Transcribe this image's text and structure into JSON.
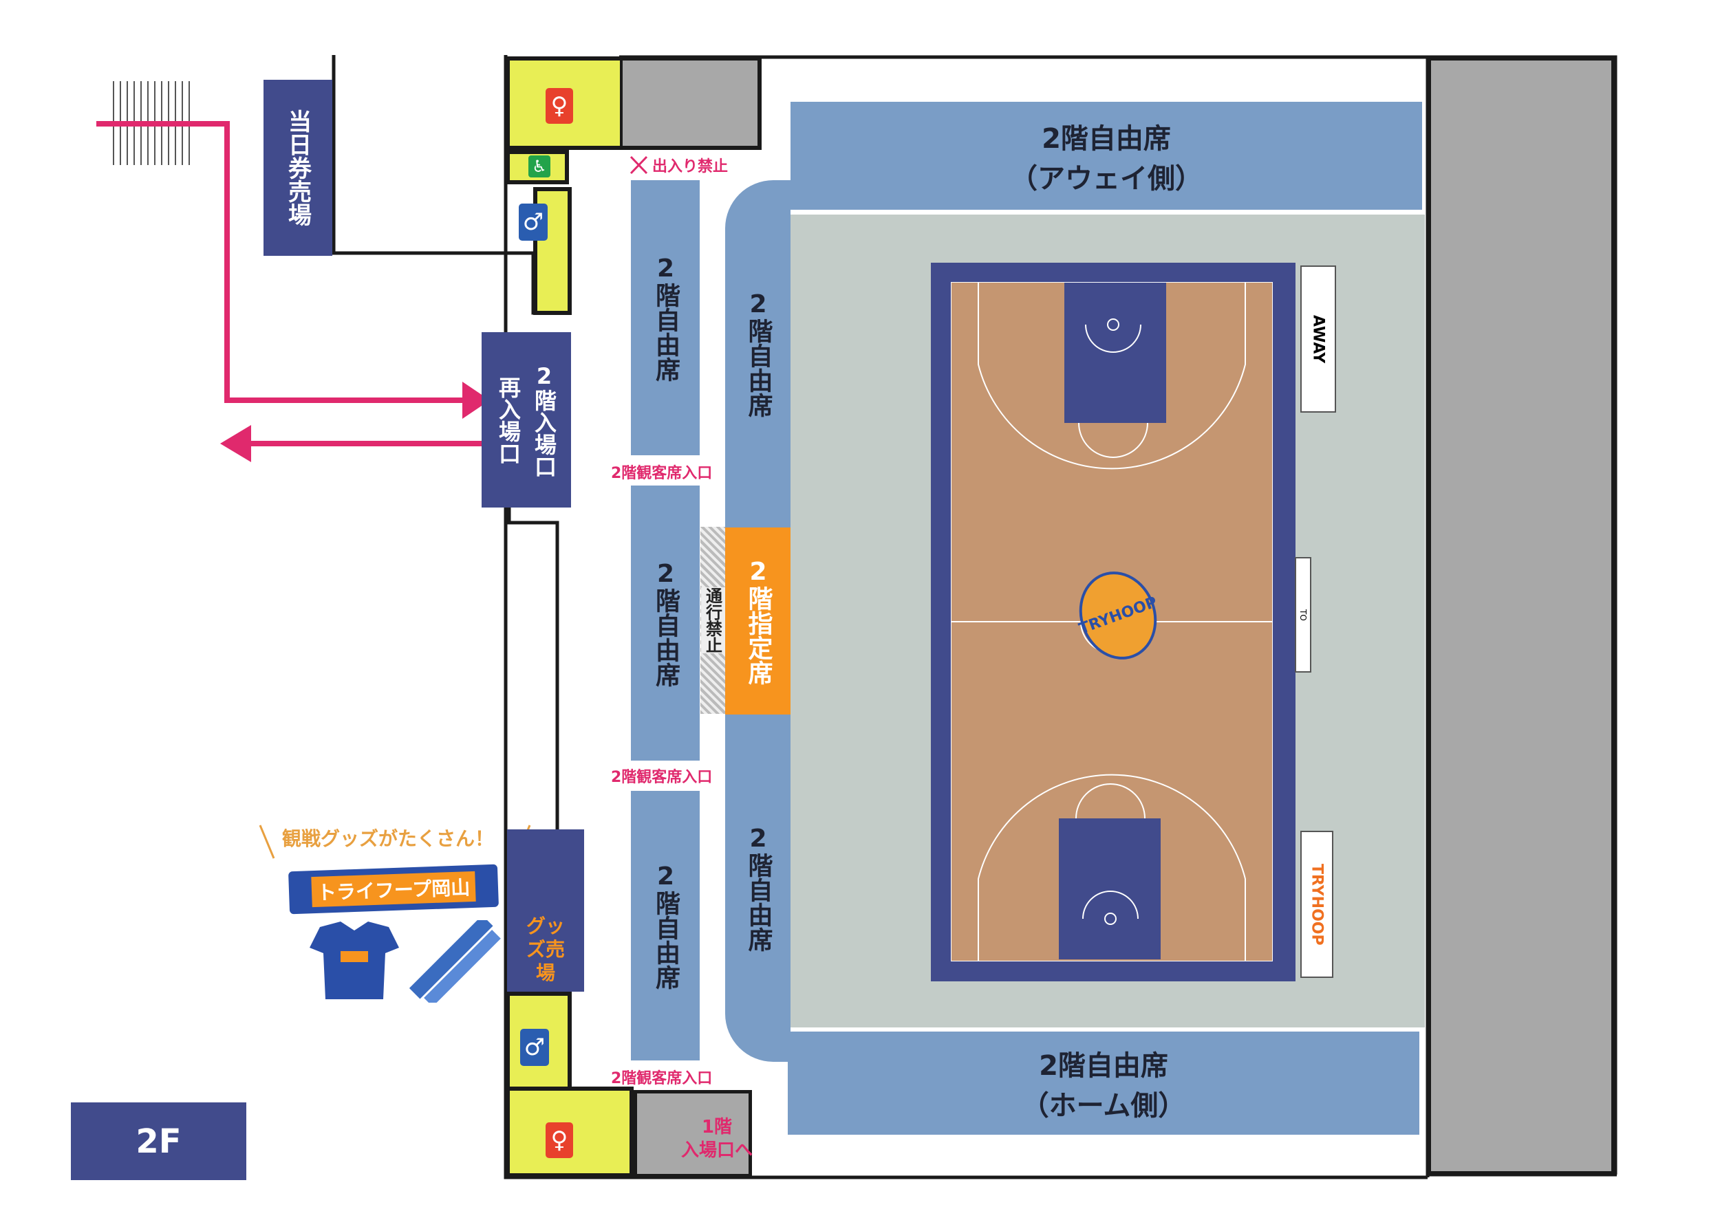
{
  "floor_badge": "2F",
  "labels": {
    "day_ticket": "当日券売場",
    "entrance_2f": "2階入場口",
    "reentry": "再入場口",
    "no_entry": "出入り禁止",
    "no_passage": "通行禁止",
    "goods_shop": "グッズ売場",
    "first_floor_entrance_line1": "1階",
    "first_floor_entrance_line2": "入場口へ",
    "audience_entrance_1": "2階観客席入口",
    "audience_entrance_2": "2階観客席入口",
    "audience_entrance_3": "2階観客席入口",
    "goods_promo": "観戦グッズがたくさん！",
    "towel_text": "トライフープ岡山"
  },
  "seats": {
    "top_line1": "2階自由席",
    "top_line2": "（アウェイ側）",
    "bottom_line1": "2階自由席",
    "bottom_line2": "（ホーム側）",
    "left_upper": "2階自由席",
    "left_middle": "2階自由席",
    "left_lower": "2階自由席",
    "curve_upper": "2階自由席",
    "curve_lower": "2階自由席",
    "reserved": "2階指定席"
  },
  "court": {
    "away_label": "AWAY",
    "home_label": "TRYHOOP",
    "table_label": "TO"
  },
  "colors": {
    "seat_blue": "#7a9dc6",
    "navy": "#414b8c",
    "pink": "#e0296d",
    "orange": "#f7941e",
    "court_wood": "#c59671",
    "floor_grey": "#c3ccc8",
    "restroom_yellow": "#e8ee55",
    "wall_grey": "#a8a8a8"
  },
  "icons": [
    "female-restroom-icon",
    "male-restroom-icon",
    "wheelchair-icon",
    "team-logo",
    "t-shirt-icon",
    "towel-icon",
    "stairs-icon"
  ]
}
